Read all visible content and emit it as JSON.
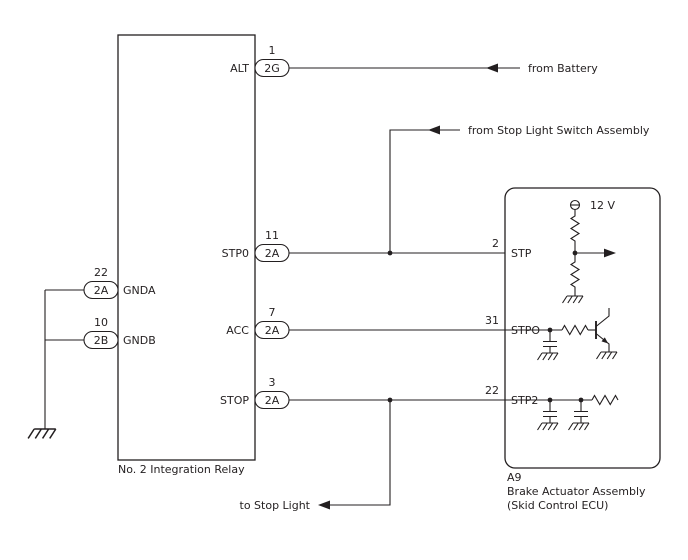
{
  "relay": {
    "label": "No. 2 Integration Relay",
    "pins": {
      "alt": {
        "name": "ALT",
        "number": "1",
        "connector": "2G"
      },
      "stp0": {
        "name": "STP0",
        "number": "11",
        "connector": "2A"
      },
      "acc": {
        "name": "ACC",
        "number": "7",
        "connector": "2A"
      },
      "stop": {
        "name": "STOP",
        "number": "3",
        "connector": "2A"
      },
      "gnda": {
        "name": "GNDA",
        "number": "22",
        "connector": "2A"
      },
      "gndb": {
        "name": "GNDB",
        "number": "10",
        "connector": "2B"
      }
    }
  },
  "ecu": {
    "code": "A9",
    "name_line1": "Brake Actuator Assembly",
    "name_line2": "(Skid Control ECU)",
    "supply_label": "12 V",
    "pins": {
      "stp": {
        "name": "STP",
        "number": "2"
      },
      "stpo": {
        "name": "STPO",
        "number": "31"
      },
      "stp2": {
        "name": "STP2",
        "number": "22"
      }
    }
  },
  "annotations": {
    "from_battery": "from Battery",
    "from_stop_light_switch": "from Stop Light Switch Assembly",
    "to_stop_light": "to Stop Light"
  },
  "colors": {
    "line": "#231f20",
    "background": "#ffffff"
  }
}
